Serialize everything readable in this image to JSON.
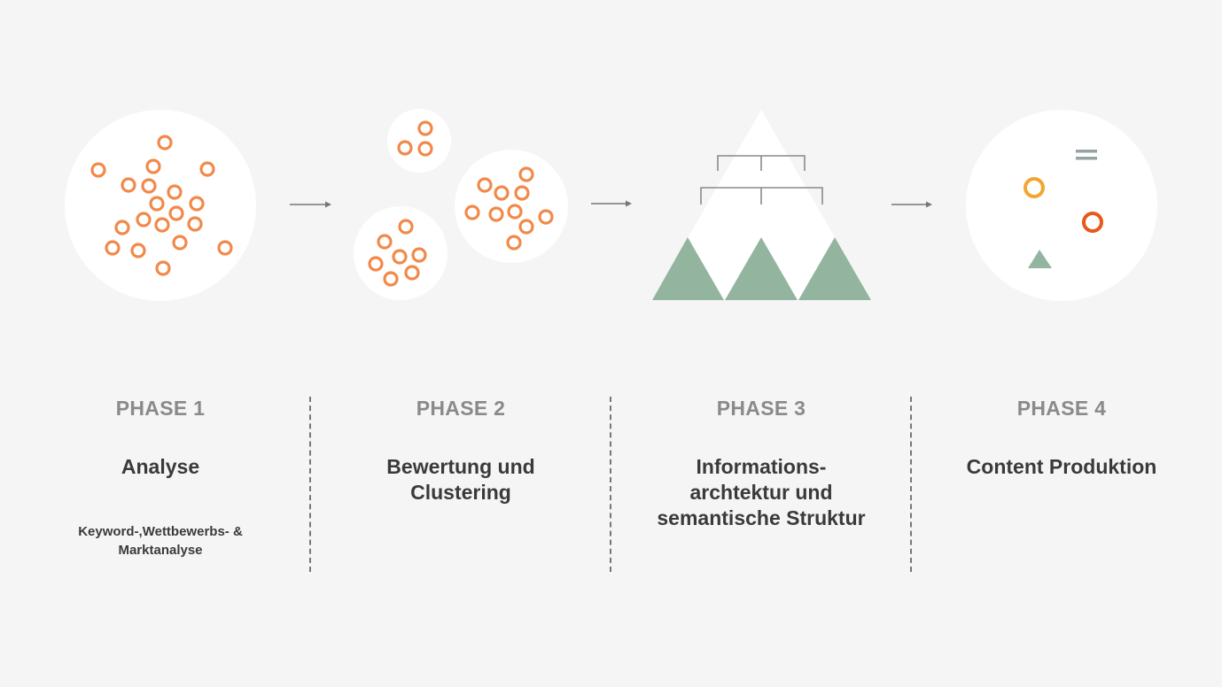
{
  "colors": {
    "background": "#f5f5f5",
    "panel": "#ffffff",
    "dot_orange": "#f2894a",
    "dot_dark_orange": "#e8591a",
    "dot_yellow": "#f2a630",
    "mountain": "#93b59f",
    "bracket": "#8a8a8a",
    "equals_icon": "#95a3a3",
    "arrow": "#777777",
    "phase_label": "#8a8a8a",
    "title_text": "#3a3a3a"
  },
  "phases": [
    {
      "label": "PHASE 1",
      "title": "Analyse",
      "subtitle": "Keyword-,Wettbewerbs- &\nMarktanalyse"
    },
    {
      "label": "PHASE 2",
      "title": "Bewertung und\nClustering",
      "subtitle": ""
    },
    {
      "label": "PHASE 3",
      "title": "Informations-\narchtektur und\nsemantische Struktur",
      "subtitle": ""
    },
    {
      "label": "PHASE 4",
      "title": "Content Produktion",
      "subtitle": ""
    }
  ],
  "icons": {
    "phase1": "scattered-keywords-icon",
    "phase2": "keyword-clusters-icon",
    "phase3": "information-architecture-icon",
    "phase4": "content-elements-icon",
    "arrow": "arrow-right-icon"
  }
}
